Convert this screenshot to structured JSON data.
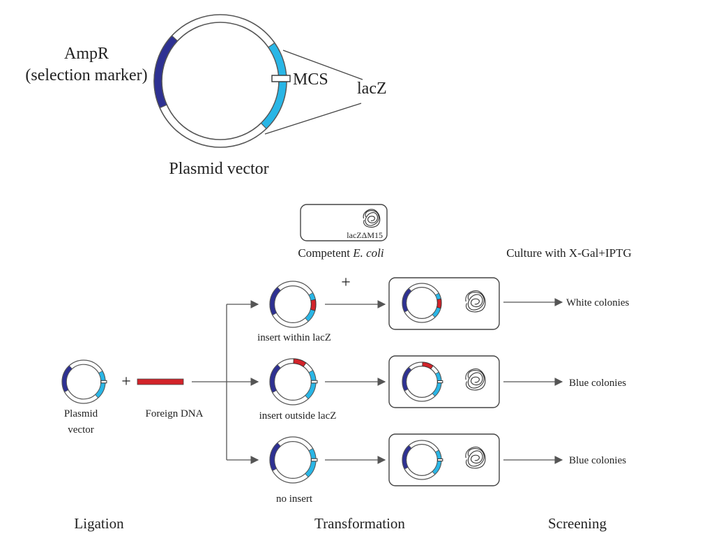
{
  "colors": {
    "ampr": "#2e3192",
    "lacz": "#29b6e6",
    "insert": "#d2232a",
    "line": "#555555",
    "ring": "#ffffff"
  },
  "top": {
    "ampr_label": "AmpR",
    "ampr_sub": "(selection marker)",
    "mcs_label": "MCS",
    "lacz_label": "lacZ",
    "plasmid_label": "Plasmid vector"
  },
  "competent": {
    "genotype": "lacZΔM15",
    "label_prefix": "Competent ",
    "label_italic": "E. coli"
  },
  "culture_label": "Culture with X-Gal+IPTG",
  "plus": "+",
  "ligation": {
    "plasmid_line1": "Plasmid",
    "plasmid_line2": "vector",
    "foreign_dna": "Foreign DNA"
  },
  "outcomes": [
    {
      "name": "insert-within-lacz",
      "label": "insert within lacZ",
      "result": "White colonies"
    },
    {
      "name": "insert-outside-lacz",
      "label": "insert outside lacZ",
      "result": "Blue colonies"
    },
    {
      "name": "no-insert",
      "label": "no insert",
      "result": "Blue colonies"
    }
  ],
  "stages": [
    "Ligation",
    "Transformation",
    "Screening"
  ]
}
